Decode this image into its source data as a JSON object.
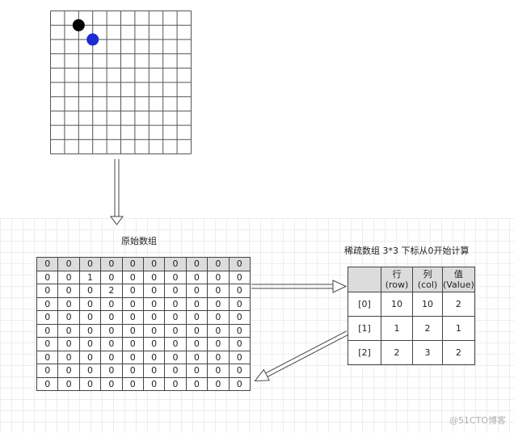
{
  "go_board": {
    "size": 10,
    "stones": [
      {
        "color": "black",
        "col": 2,
        "row": 1
      },
      {
        "color": "blue",
        "col": 3,
        "row": 2
      }
    ],
    "colors": {
      "black": "#000000",
      "blue": "#1a2bd6",
      "grid": "#555555"
    }
  },
  "original_array": {
    "label": "原始数组",
    "rows": [
      [
        0,
        0,
        0,
        0,
        0,
        0,
        0,
        0,
        0,
        0
      ],
      [
        0,
        0,
        1,
        0,
        0,
        0,
        0,
        0,
        0,
        0
      ],
      [
        0,
        0,
        0,
        2,
        0,
        0,
        0,
        0,
        0,
        0
      ],
      [
        0,
        0,
        0,
        0,
        0,
        0,
        0,
        0,
        0,
        0
      ],
      [
        0,
        0,
        0,
        0,
        0,
        0,
        0,
        0,
        0,
        0
      ],
      [
        0,
        0,
        0,
        0,
        0,
        0,
        0,
        0,
        0,
        0
      ],
      [
        0,
        0,
        0,
        0,
        0,
        0,
        0,
        0,
        0,
        0
      ],
      [
        0,
        0,
        0,
        0,
        0,
        0,
        0,
        0,
        0,
        0
      ],
      [
        0,
        0,
        0,
        0,
        0,
        0,
        0,
        0,
        0,
        0
      ],
      [
        0,
        0,
        0,
        0,
        0,
        0,
        0,
        0,
        0,
        0
      ]
    ]
  },
  "sparse_array": {
    "label": "稀疏数组 3*3 下标从0开始计算",
    "headers": [
      {
        "line1": "",
        "line2": ""
      },
      {
        "line1": "行",
        "line2": "(row)"
      },
      {
        "line1": "列",
        "line2": "(col)"
      },
      {
        "line1": "值",
        "line2": "(Value)"
      }
    ],
    "rows": [
      [
        "[0]",
        "10",
        "10",
        "2"
      ],
      [
        "[1]",
        "1",
        "2",
        "1"
      ],
      [
        "[2]",
        "2",
        "3",
        "2"
      ]
    ]
  },
  "watermark": "@51CTO博客"
}
